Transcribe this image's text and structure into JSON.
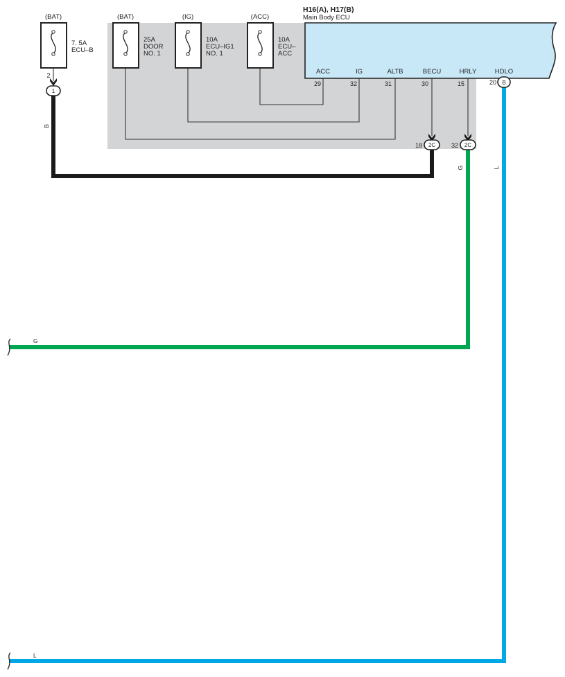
{
  "ecu": {
    "connector_title": "H16(A), H17(B)",
    "name": "Main Body ECU",
    "terminals": [
      {
        "label": "ACC",
        "pin": "29"
      },
      {
        "label": "IG",
        "pin": "32"
      },
      {
        "label": "ALTB",
        "pin": "31"
      },
      {
        "label": "BECU",
        "pin": "30"
      },
      {
        "label": "HRLY",
        "pin": "15"
      },
      {
        "label": "HDLO",
        "pin": "20",
        "connector": "B"
      }
    ]
  },
  "fuses": [
    {
      "source": "(BAT)",
      "lines": [
        "7. 5A",
        "ECU–B"
      ],
      "pin": "2",
      "connector": "1"
    },
    {
      "source": "(BAT)",
      "lines": [
        "25A",
        "DOOR",
        "NO. 1"
      ]
    },
    {
      "source": "(IG)",
      "lines": [
        "10A",
        "ECU–IG1",
        "NO. 1"
      ]
    },
    {
      "source": "(ACC)",
      "lines": [
        "10A",
        "ECU–",
        "ACC"
      ]
    }
  ],
  "junctions": [
    {
      "pin": "18",
      "connector": "2C"
    },
    {
      "pin": "32",
      "connector": "2C"
    }
  ],
  "wires": {
    "black": {
      "label": "B",
      "color": "#1a1a1a"
    },
    "green_vertical": {
      "label": "G",
      "color": "#00a650"
    },
    "green_horizontal": {
      "label": "G",
      "color": "#00a650"
    },
    "blue_vertical": {
      "label": "L",
      "color": "#00a8e6"
    },
    "blue_horizontal": {
      "label": "L",
      "color": "#00a8e6"
    }
  },
  "colors": {
    "junction_block": "#d3d4d6",
    "ecu_fill": "#c8e8f8",
    "thin_wire": "#333333"
  }
}
